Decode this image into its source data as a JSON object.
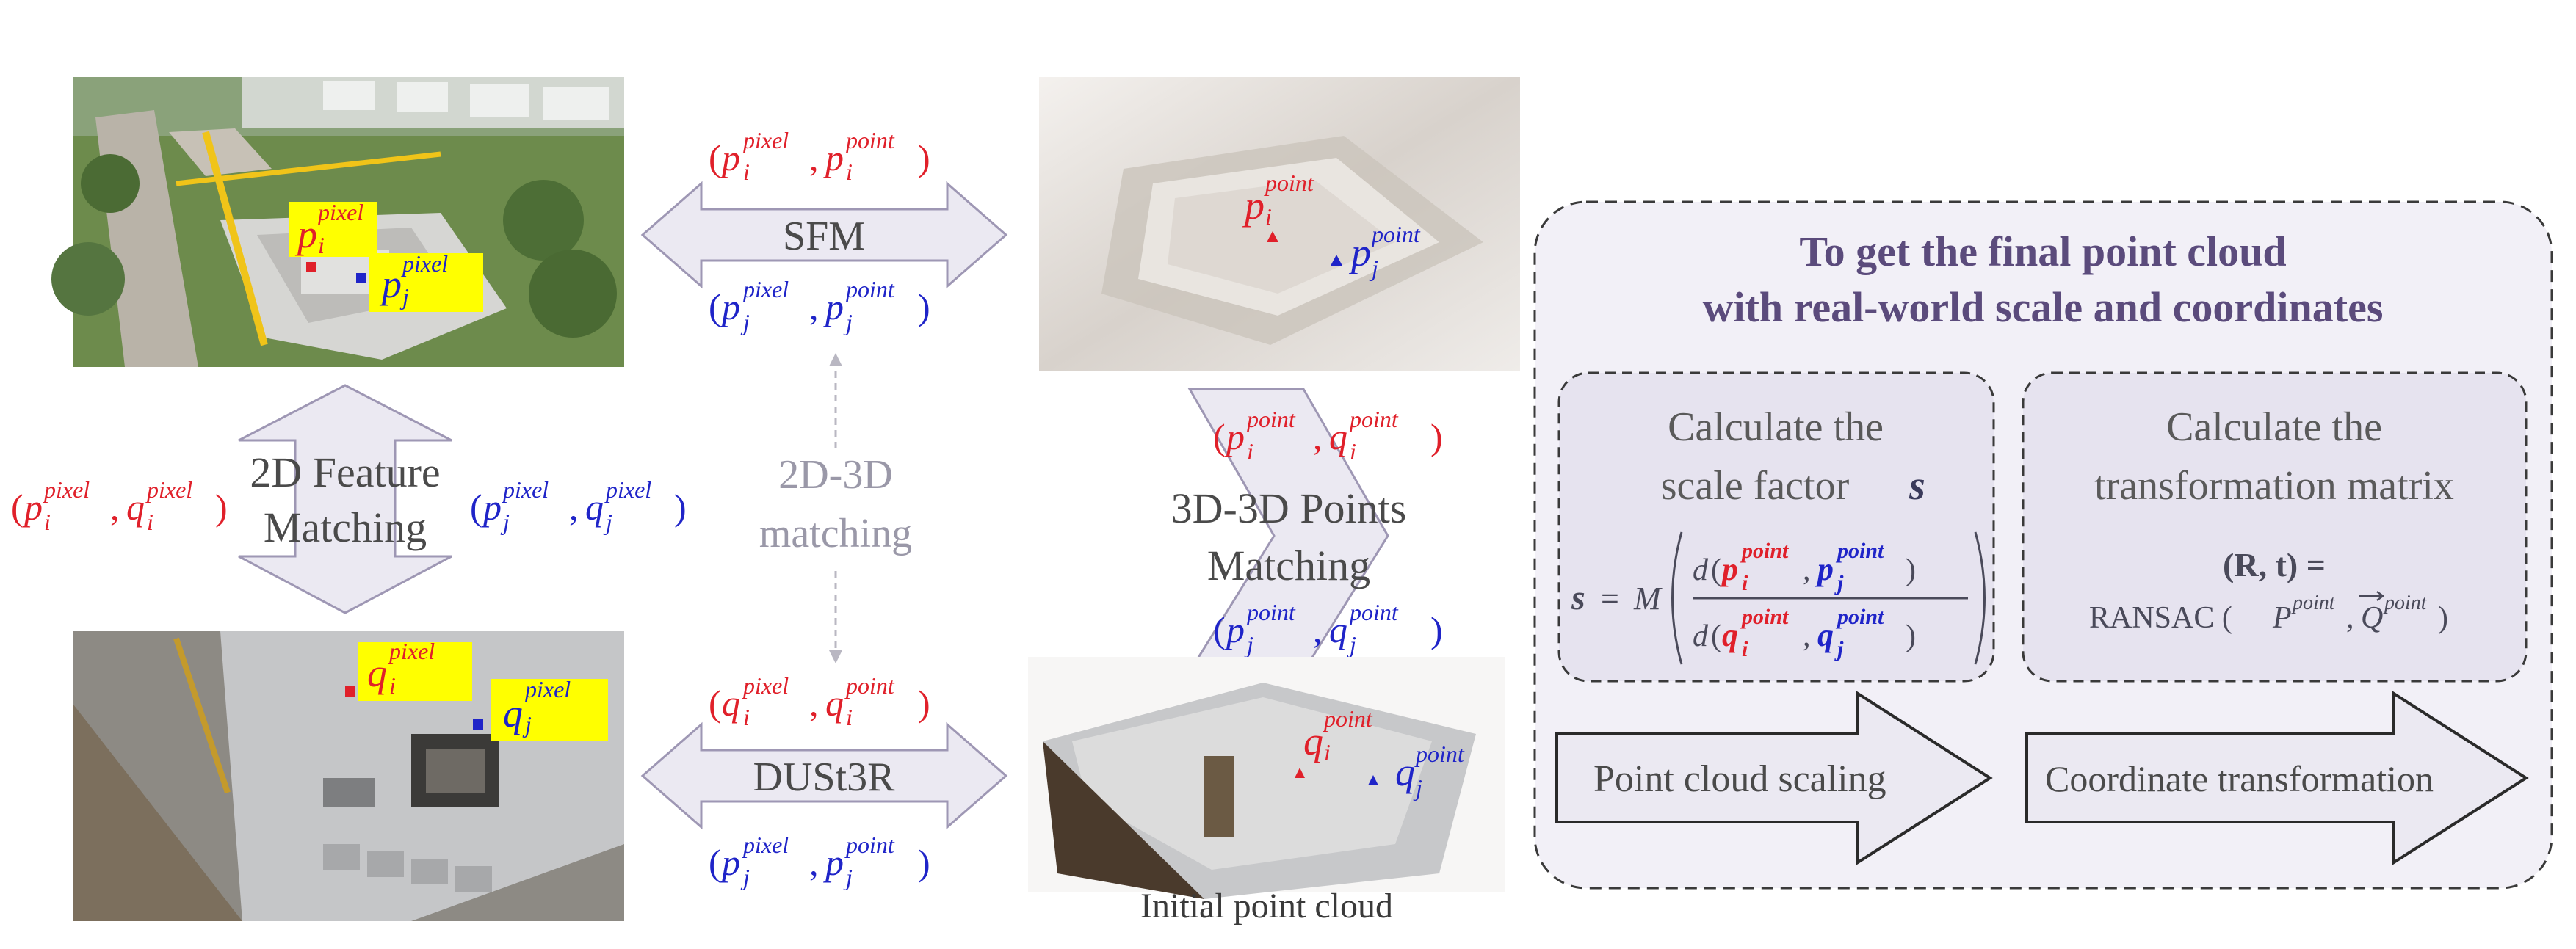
{
  "colors": {
    "red": "#e0202a",
    "blue": "#1f24c8",
    "arrow_fill": "#ebe9f2",
    "arrow_stroke": "#9e97b4",
    "panel_fill": "#f2f0f7",
    "title_purple": "#5b4b7c",
    "label_grey": "#9a98a8",
    "highlight_yellow": "#ffff00"
  },
  "photos": {
    "top_label_i": "p",
    "top_label_j": "p",
    "bottom_label_i": "q",
    "bottom_label_j": "q",
    "sup_pixel": "pixel",
    "sub_i": "i",
    "sub_j": "j"
  },
  "sfm": {
    "label": "SFM",
    "top_pair": {
      "a": "p",
      "a_sub": "i",
      "a_sup": "pixel",
      "b": "p",
      "b_sub": "i",
      "b_sup": "point"
    },
    "bottom_pair": {
      "a": "p",
      "a_sub": "j",
      "a_sup": "pixel",
      "b": "p",
      "b_sub": "j",
      "b_sup": "point"
    }
  },
  "dust3r": {
    "label": "DUSt3R",
    "top_pair": {
      "a": "q",
      "a_sub": "i",
      "a_sup": "pixel",
      "b": "q",
      "b_sub": "i",
      "b_sup": "point"
    },
    "bottom_pair": {
      "a": "p",
      "a_sub": "j",
      "a_sup": "pixel",
      "b": "p",
      "b_sub": "j",
      "b_sup": "point"
    }
  },
  "feature_matching": {
    "line1": "2D Feature",
    "line2": "Matching",
    "left_pair": {
      "a": "p",
      "a_sub": "i",
      "a_sup": "pixel",
      "b": "q",
      "b_sub": "i",
      "b_sup": "pixel"
    },
    "right_pair": {
      "a": "p",
      "a_sub": "j",
      "a_sup": "pixel",
      "b": "q",
      "b_sub": "j",
      "b_sup": "pixel"
    }
  },
  "matching_2d3d": {
    "line1": "2D-3D",
    "line2": "matching"
  },
  "points_matching": {
    "line1": "3D-3D Points",
    "line2": "Matching",
    "top_pair": {
      "a": "p",
      "a_sub": "i",
      "a_sup": "point",
      "b": "q",
      "b_sub": "i",
      "b_sup": "point"
    },
    "bottom_pair": {
      "a": "p",
      "a_sub": "j",
      "a_sup": "point",
      "b": "q",
      "b_sub": "j",
      "b_sup": "point"
    }
  },
  "point_clouds": {
    "sfm_label_i": "p",
    "sfm_label_j": "p",
    "init_label_i": "q",
    "init_label_j": "q",
    "sup_point": "point",
    "caption": "Initial point cloud"
  },
  "panel": {
    "title_line1": "To get the final point cloud",
    "title_line2": "with real-world scale and coordinates",
    "scale": {
      "line1": "Calculate the",
      "line2": "scale factor",
      "symbol": "s",
      "formula_lhs": "s",
      "formula_eq": "=",
      "formula_M": "M",
      "num_d": "d",
      "den_d": "d",
      "num_a": "p",
      "num_b": "p",
      "den_a": "q",
      "den_b": "q",
      "sup_point": "point"
    },
    "transform": {
      "line1": "Calculate the",
      "line2": "transformation matrix",
      "formula_lhs": "(R, t) =",
      "formula_rhs_prefix": "RANSAC (",
      "formula_P": "P",
      "formula_Q": "Q",
      "sup_point": "point"
    },
    "step1": "Point cloud scaling",
    "step2": "Coordinate transformation"
  }
}
